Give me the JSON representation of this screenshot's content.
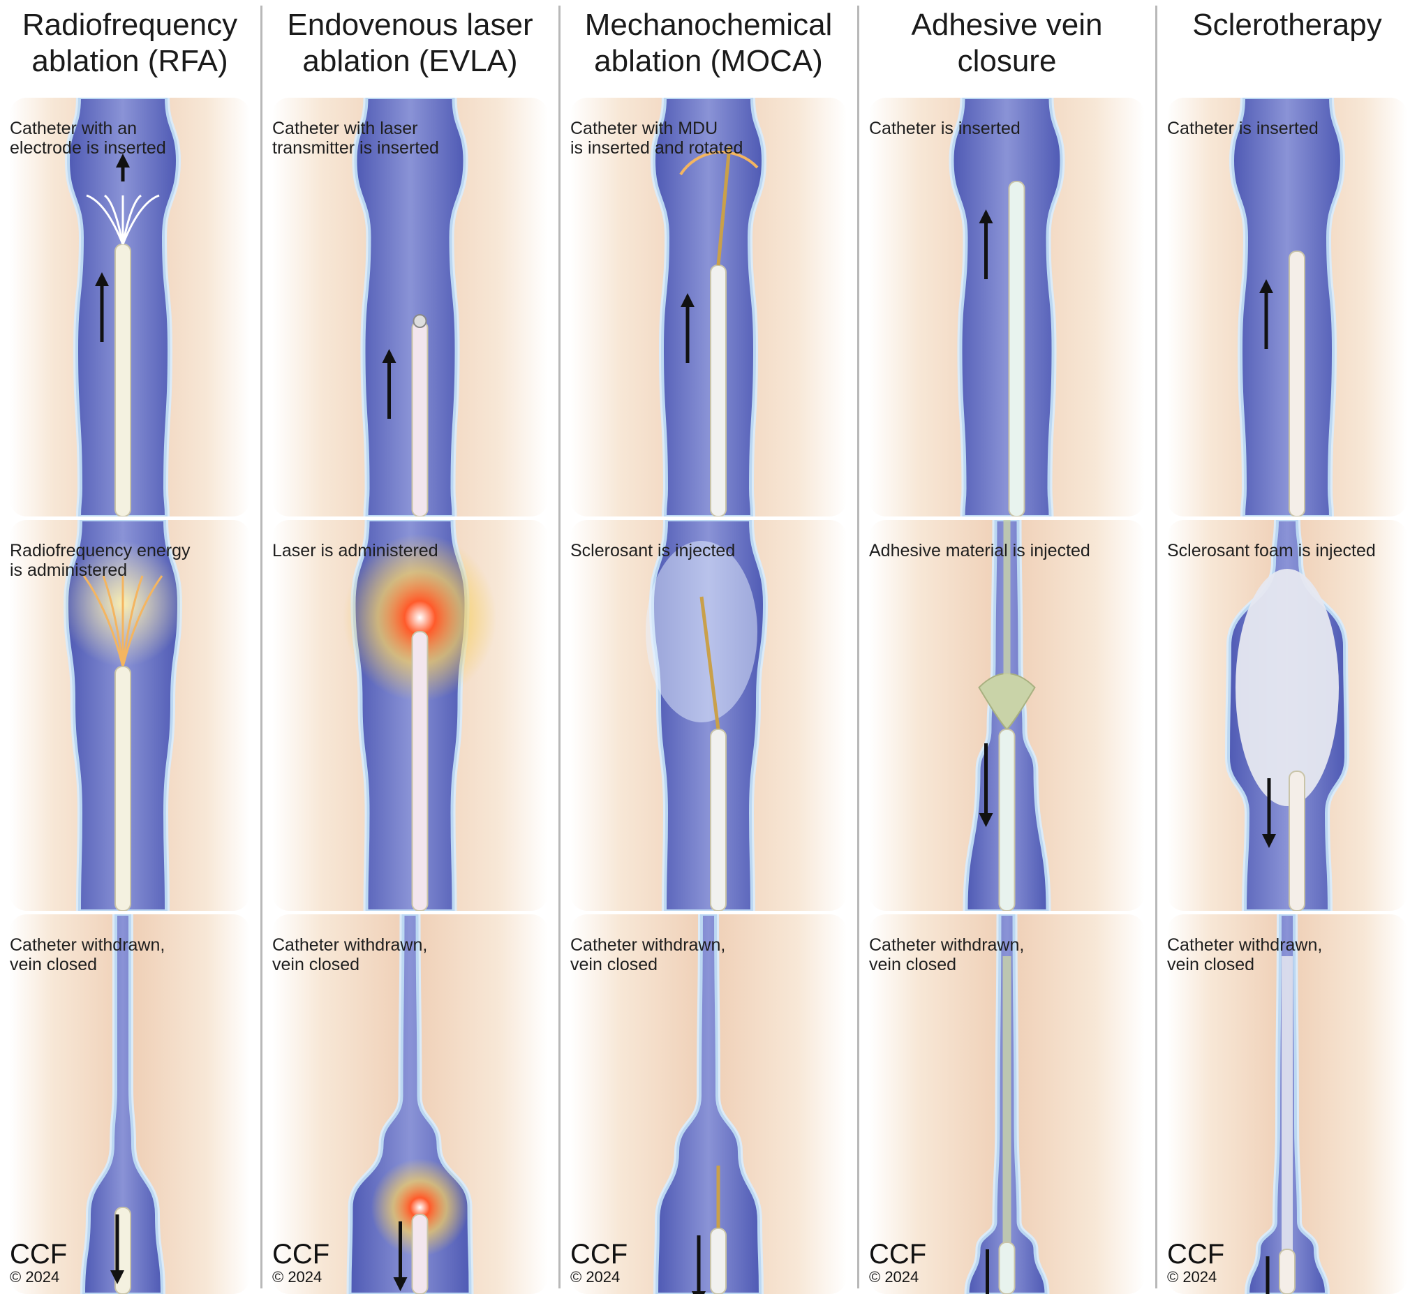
{
  "columns": [
    {
      "title": [
        "Radiofrequency",
        "ablation (RFA)"
      ],
      "stages": [
        {
          "caption": [
            "Catheter with an",
            "electrode is inserted"
          ]
        },
        {
          "caption": [
            "Radiofrequency energy",
            "is administered"
          ]
        },
        {
          "caption": [
            "Catheter withdrawn,",
            "vein closed"
          ]
        }
      ]
    },
    {
      "title": [
        "Endovenous laser",
        "ablation (EVLA)"
      ],
      "stages": [
        {
          "caption": [
            "Catheter with laser",
            "transmitter is inserted"
          ]
        },
        {
          "caption": [
            "Laser is administered"
          ]
        },
        {
          "caption": [
            "Catheter withdrawn,",
            "vein closed"
          ]
        }
      ]
    },
    {
      "title": [
        "Mechanochemical",
        "ablation (MOCA)"
      ],
      "stages": [
        {
          "caption": [
            "Catheter with MDU",
            "is inserted and rotated"
          ]
        },
        {
          "caption": [
            "Sclerosant is injected"
          ]
        },
        {
          "caption": [
            "Catheter withdrawn,",
            "vein closed"
          ]
        }
      ]
    },
    {
      "title": [
        "Adhesive vein",
        "closure"
      ],
      "stages": [
        {
          "caption": [
            "Catheter is inserted"
          ]
        },
        {
          "caption": [
            "Adhesive material is injected"
          ]
        },
        {
          "caption": [
            "Catheter withdrawn,",
            "vein closed"
          ]
        }
      ]
    },
    {
      "title": [
        "Sclerotherapy"
      ],
      "stages": [
        {
          "caption": [
            "Catheter is inserted"
          ]
        },
        {
          "caption": [
            "Sclerosant foam is injected"
          ]
        },
        {
          "caption": [
            "Catheter withdrawn,",
            "vein closed"
          ]
        }
      ]
    }
  ],
  "credit": {
    "logo": "CCF",
    "copyright": "© 2024"
  },
  "colors": {
    "skin": "#f6e3cf",
    "vein": "#6a74c4",
    "vein_wall": "#bcd8f2",
    "catheter": "#f4f1e0",
    "energy": "#f4b560",
    "laser": "#ff5a2a",
    "adhesive": "#c9d3a8",
    "foam": "#e6e8f0",
    "arrow": "#111111"
  }
}
